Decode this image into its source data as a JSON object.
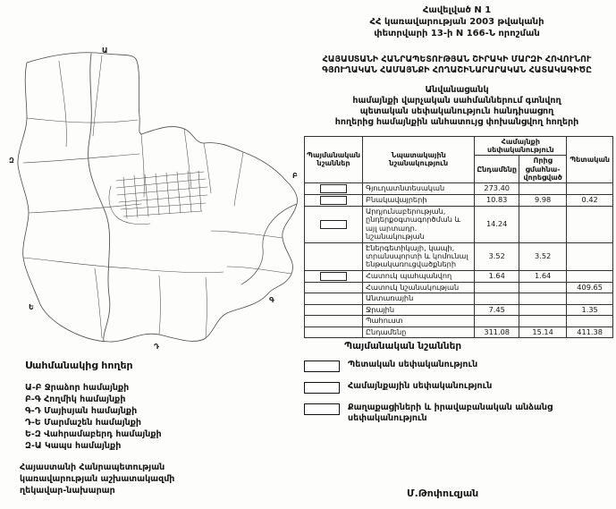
{
  "header": {
    "line1": "Հավելված N 1",
    "line2": "ՀՀ կառավարության 2003 թվականի",
    "line3": "փետրվարի 13-ի N 166-Ն որոշման"
  },
  "title": {
    "line1": "ՀԱՅԱՍՏԱՆԻ ՀԱՆՐԱՊԵՏՈՒԹՅԱՆ ՇԻՐԱԿԻ ՄԱՐԶԻ ՀՈՎՈՒՆՈՒ",
    "line2": "ԳՅՈՒՂԱԿԱՆ ՀԱՄԱՅՆՔԻ ՀՈՂԱՇԻՆԱՐԱՐԱԿԱՆ ՀԱՏԱԿԱԳԻԾԸ"
  },
  "list_title": {
    "line1": "Անվանացանկ",
    "line2": "համայնքի վարչական սահմաններում գտնվող",
    "line3": "պետական սեփականություն հանդիսացող",
    "line4": "հողերից համայնքին անհատույց փոխանցվող հողերի"
  },
  "table": {
    "col_sign": "Պայմանական նշաններ",
    "col_purpose": "Նպատակային նշանակություն",
    "col_community": "Համայնքի սեփականություն",
    "col_total": "Ընդամենը",
    "col_ofwhich": "Որից ցմահնա-վորեցված",
    "col_state": "Պետական",
    "rows": [
      {
        "category": "Գյուղատնտեսական",
        "total": "273.40",
        "ofwhich": "",
        "state": ""
      },
      {
        "category": "Բնակավայրերի",
        "total": "10.83",
        "ofwhich": "9.98",
        "state": "0.42"
      },
      {
        "category": "Արդյունաբերության, ընդերքօգտագործման և այլ արտադր. նշանակության",
        "total": "14.24",
        "ofwhich": "",
        "state": ""
      },
      {
        "category": "Էներգետիկայի, կապի, տրանսպորտի և կոմունալ ենթակառուցվածքների",
        "total": "3.52",
        "ofwhich": "3.52",
        "state": ""
      },
      {
        "category": "Հատուկ պահպանվող",
        "total": "1.64",
        "ofwhich": "1.64",
        "state": ""
      },
      {
        "category": "Հատուկ նշանակության",
        "total": "",
        "ofwhich": "",
        "state": "409.65"
      },
      {
        "category": "Անտառային",
        "total": "",
        "ofwhich": "",
        "state": ""
      },
      {
        "category": "Ջրային",
        "total": "7.45",
        "ofwhich": "",
        "state": "1.35"
      },
      {
        "category": "Պահուստ",
        "total": "",
        "ofwhich": "",
        "state": ""
      },
      {
        "category": "Ընդամենը",
        "total": "311.08",
        "ofwhich": "15.14",
        "state": "411.38"
      }
    ]
  },
  "legend": {
    "heading": "Պայմանական նշաններ",
    "items": [
      "Պետական սեփականություն",
      "Համայնքային սեփականություն",
      "Քաղաքացիների և իրավաբանական անձանց սեփականություն"
    ]
  },
  "adjacent": {
    "heading": "Սահմանակից հողեր",
    "items": [
      "Ա-Բ Ջրաձոր համայնքի",
      "Բ-Գ Հողմիկ համայնքի",
      "Գ-Դ Մայիսյան համայնքի",
      "Դ-Ե Մարմաշեն համայնքի",
      "Ե-Զ Վահրամաբերդ համայնքի",
      "Զ-Ա Կապս համայնքի"
    ]
  },
  "footer": {
    "line1": "Հայաստանի Հանրապետության",
    "line2": "կառավարության աշխատակազմի",
    "line3": "ղեկավար-նախարար",
    "signature": "Մ.Թոփուզյան"
  },
  "map": {
    "boundary_letters": [
      "Ա",
      "Բ",
      "Գ",
      "Դ",
      "Ե",
      "Զ"
    ]
  }
}
